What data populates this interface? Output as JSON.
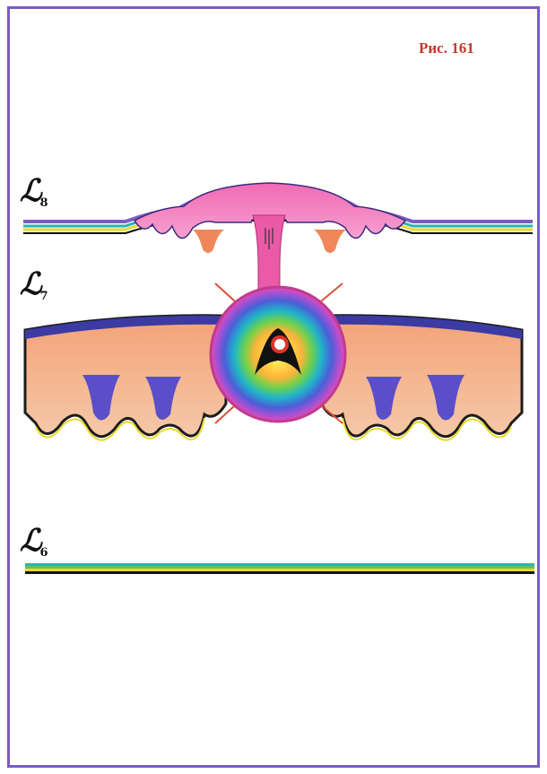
{
  "figure": {
    "label": "Рис. 161"
  },
  "levels": [
    {
      "id": "l8",
      "symbol": "ℒ",
      "subscript": "8"
    },
    {
      "id": "l7",
      "symbol": "ℒ",
      "subscript": "7"
    },
    {
      "id": "l6",
      "symbol": "ℒ",
      "subscript": "6"
    }
  ],
  "colors": {
    "border": "#7b5cc0",
    "label": "#c0392b",
    "magenta": "#e8449a",
    "orange": "#f0875a",
    "blue": "#5a4fc8"
  }
}
